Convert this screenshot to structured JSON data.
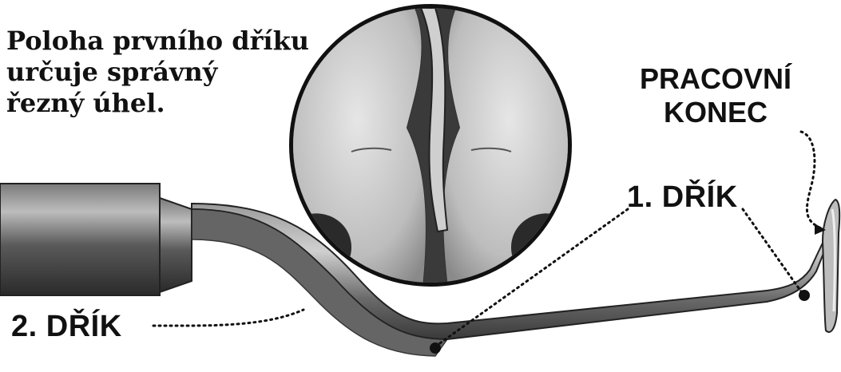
{
  "caption": {
    "line1": "Poloha prvního dříku",
    "line2": "určuje správný",
    "line3": "řezný úhel."
  },
  "labels": {
    "working_end_line1": "PRACOVNÍ",
    "working_end_line2": "KONEC",
    "shank1": "1. DŘÍK",
    "shank2": "2. DŘÍK"
  },
  "colors": {
    "ink": "#111111",
    "metal_dark": "#3a3a3a",
    "metal_mid": "#8a8a8a",
    "metal_light": "#d8d8d8",
    "tooth_fill": "#cfcfcf",
    "tooth_shade": "#6e6e6e"
  }
}
